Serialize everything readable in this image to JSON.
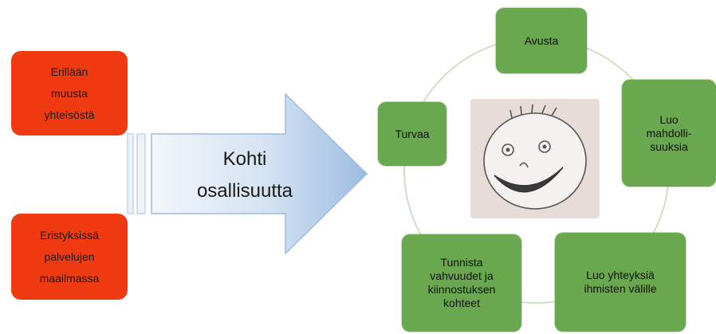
{
  "left_boxes": [
    {
      "lines": [
        "Erillään",
        "muusta",
        "yhteisöstä"
      ]
    },
    {
      "lines": [
        "Eristyksissä",
        "palvelujen",
        "maailmassa"
      ]
    }
  ],
  "arrow": {
    "lines": [
      "Kohti",
      "osallisuutta"
    ]
  },
  "cycle_boxes": {
    "top": {
      "lines": [
        "Avusta"
      ]
    },
    "left": {
      "lines": [
        "Turvaa"
      ]
    },
    "right": {
      "lines": [
        "Luo",
        "mahdolli-",
        "suuksia"
      ]
    },
    "bottom_right": {
      "lines": [
        "Luo yhteyksiä",
        "ihmisten välille"
      ]
    },
    "bottom_left": {
      "lines": [
        "Tunnista",
        "vahvuudet ja",
        "kiinnostuksen",
        "kohteet"
      ]
    }
  },
  "center_image": {
    "icon": "smiley-face-drawing"
  },
  "colors": {
    "red": "#f03a12",
    "green": "#6aa84f",
    "arrow_light": "#e6eef7",
    "arrow_dark": "#9dbce0",
    "circle": "#cfe0c3"
  }
}
